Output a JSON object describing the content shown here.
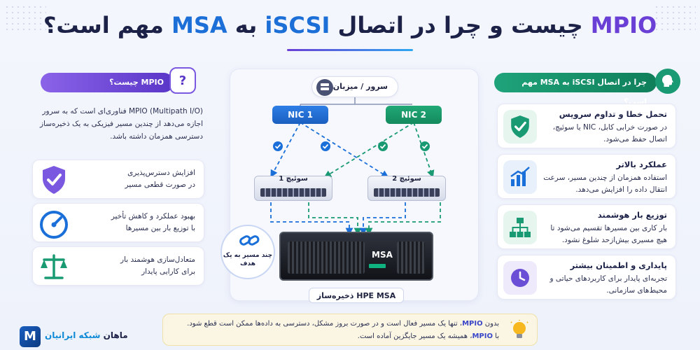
{
  "title": {
    "part1": "MPIO",
    "part2": " چیست و چرا در اتصال ",
    "part3": "iSCSI",
    "part4": " به ",
    "part5": "MSA",
    "part6": " مهم است؟"
  },
  "left": {
    "pill": "MPIO چیست؟",
    "badge": "?",
    "intro": "MPIO (Multipath I/O) فناوری‌ای است که به سرور اجازه می‌دهد از چندین مسیر فیزیکی به یک ذخیره‌ساز دسترسی همزمان داشته باشد.",
    "items": [
      {
        "title": "افزایش دسترس‌پذیری",
        "text": "در صورت قطعی مسیر",
        "icon": "shield-check-icon"
      },
      {
        "title": "بهبود عملکرد و کاهش تأخیر",
        "text": "با توزیع بار بین مسیرها",
        "icon": "speedometer-icon"
      },
      {
        "title": "متعادل‌سازی هوشمند بار",
        "text": "برای کارایی پایدار",
        "icon": "scale-icon"
      }
    ]
  },
  "center": {
    "server_label": "سرور / میزبان",
    "nic1": "NIC 1",
    "nic2": "NIC 2",
    "switch1": "سوئیچ 1",
    "switch2": "سوئیچ 2",
    "chain_label": "چند مسیر به یک هدف",
    "storage_brand": "MSA",
    "storage_label": "HPE MSA ذخیره‌ساز"
  },
  "right": {
    "pill": "چرا در اتصال iSCSI به MSA مهم است؟",
    "items": [
      {
        "title": "تحمل خطا و تداوم سرویس",
        "text": "در صورت خرابی کابل، NIC یا سوئیچ، اتصال حفظ می‌شود.",
        "icon": "shield-check-icon"
      },
      {
        "title": "عملکرد بالاتر",
        "text": "استفاده همزمان از چندین مسیر، سرعت انتقال داده را افزایش می‌دهد.",
        "icon": "bar-chart-icon"
      },
      {
        "title": "توزیع بار هوشمند",
        "text": "بار کاری بین مسیرها تقسیم می‌شود تا هیچ مسیری بیش‌ازحد شلوغ نشود.",
        "icon": "hierarchy-icon"
      },
      {
        "title": "پایداری و اطمینان بیشتر",
        "text": "تجربه‌ای پایدار برای کاربردهای حیاتی و محیط‌های سازمانی.",
        "icon": "clock-icon"
      }
    ]
  },
  "note": {
    "line1_a": "بدون ",
    "line1_b": "MPIO",
    "line1_c": "، تنها یک مسیر فعال است و در صورت بروز مشکل، دسترسی به داده‌ها ممکن است قطع شود.",
    "line2_a": "با ",
    "line2_b": "MPIO",
    "line2_c": "، همیشه یک مسیر جایگزین آماده است."
  },
  "logo": {
    "mark": "M",
    "name_a": "ماهان ",
    "name_b": "شبکه ایرانیان"
  }
}
